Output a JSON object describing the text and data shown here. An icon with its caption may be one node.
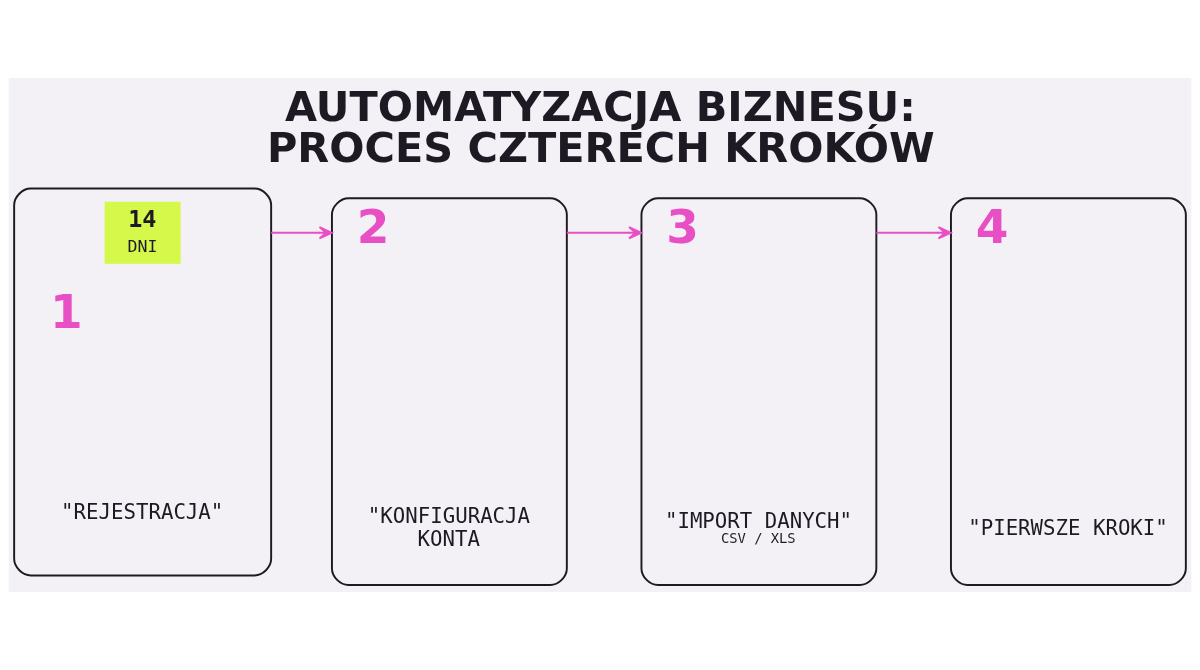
{
  "diagram": {
    "title": "AUTOMATYZACJA BIZNESU: PROCES CZTERECH KROKÓW",
    "nodes": [
      {
        "text": [
          "1",
          "\"REJESTRACJA\""
        ]
      },
      {
        "text": [
          "14",
          "DNI"
        ],
        "in": 0
      },
      {
        "text": [
          "2",
          "\"KONFIGURACJA KONTA"
        ]
      },
      {
        "text": [
          "3",
          "\"IMPORT DANYCH\"",
          "CSV / XLS"
        ]
      },
      {
        "text": [
          "4",
          "\"PIERWSZE KROKI\""
        ]
      }
    ],
    "edges": [
      {
        "from": 0,
        "to": 2,
        "arrow": "to"
      },
      {
        "from": 2,
        "to": 3,
        "arrow": "to"
      },
      {
        "from": 3,
        "to": 4,
        "arrow": "to"
      }
    ]
  }
}
